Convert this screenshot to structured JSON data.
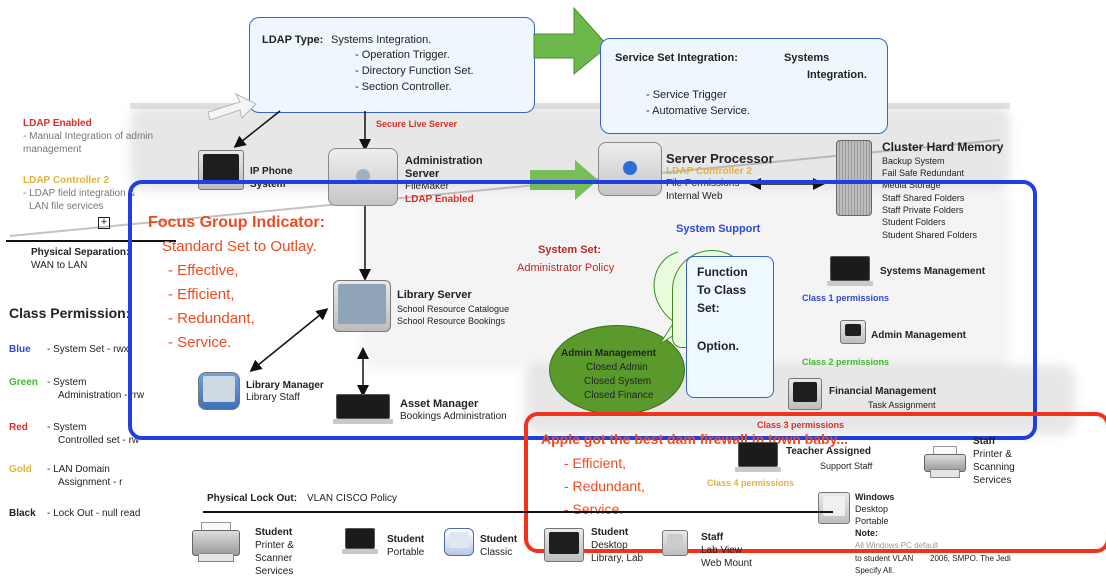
{
  "callouts": {
    "ldap_type": {
      "label": "LDAP Type:",
      "l1": "Systems Integration.",
      "l2": "- Operation Trigger.",
      "l3": "- Directory Function Set.",
      "l4": "- Section Controller."
    },
    "service_set": {
      "label": "Service Set Integration:",
      "l1": "Systems",
      "l2": "Integration.",
      "l3": "- Service Trigger",
      "l4": "- Automative Service."
    }
  },
  "left_legend": {
    "ldap_enabled": "LDAP Enabled",
    "ldap_enabled_d1": "- Manual Integration of admin",
    "ldap_enabled_d2": "management",
    "ldap_controller": "LDAP Controller 2",
    "ldap_controller_d1": "- LDAP field integration &",
    "ldap_controller_d2": "LAN file services",
    "physical_separation": "Physical Separation:",
    "wan_to_lan": "WAN to LAN",
    "class_permission": "Class Permission:",
    "classes": [
      {
        "name": "Blue",
        "d1": "- System Set - rwx",
        "d2": ""
      },
      {
        "name": "Green",
        "d1": "- System",
        "d2": "Administration - rrw"
      },
      {
        "name": "Red",
        "d1": "- System",
        "d2": "Controlled set - rw"
      },
      {
        "name": "Gold",
        "d1": "- LAN Domain",
        "d2": "Assignment    - r"
      },
      {
        "name": "Black",
        "d1": "- Lock Out - null read",
        "d2": ""
      }
    ]
  },
  "nodes": {
    "secure_live_server": "Secure Live Server",
    "ip_phone": {
      "l1": "IP Phone",
      "l2": "System"
    },
    "admin_server": {
      "l1": "Administration",
      "l2": "Server",
      "l3": "FileMaker",
      "l4": "LDAP Enabled"
    },
    "server_processor": {
      "l1": "Server Processor",
      "l2": "LDAP Controller 2",
      "l3": "File Permissions",
      "l4": "Internal Web"
    },
    "cluster": {
      "title": "Cluster Hard Memory",
      "items": [
        "Backup System",
        "Fail Safe Redundant",
        "Media Storage",
        "Staff Shared Folders",
        "Staff Private Folders",
        "Student Folders",
        "Student Shared Folders"
      ]
    },
    "library_server": {
      "l1": "Library Server",
      "l2": "School Resource Catalogue",
      "l3": "School Resource Bookings"
    },
    "library_manager": {
      "l1": "Library Manager",
      "l2": "Library Staff"
    },
    "asset_manager": {
      "l1": "Asset Manager",
      "l2": "Bookings Administration"
    },
    "system_set": {
      "l1": "System Set:",
      "l2": "Administrator Policy"
    },
    "system_support": "System Support",
    "function_class": {
      "l1": "Function",
      "l2": "To Class",
      "l3": "Set:",
      "l4": "Option."
    },
    "admin_management_bubble": {
      "l1": "Admin Management",
      "l2": "Closed Admin",
      "l3": "Closed System",
      "l4": "Closed Finance"
    },
    "systems_management": "Systems Management",
    "class1": "Class 1 permissions",
    "admin_management": "Admin Management",
    "class2": "Class 2 permissions",
    "financial_management": {
      "l1": "Financial Management",
      "l2": "Task Assignment"
    },
    "class3": "Class 3 permissions",
    "teacher_assigned": {
      "l1": "Teacher Assigned",
      "l2": "Support Staff"
    },
    "class4": "Class 4 permissions",
    "staff_printer": {
      "l1": "Staff",
      "l2": "Printer &",
      "l3": "Scanning",
      "l4": "Services"
    },
    "windows": {
      "l1": "Windows",
      "l2": "Desktop",
      "l3": "Portable",
      "l4": "Note:",
      "l5": "All Windows PC default",
      "l6": "to student VLAN",
      "l7": "Specify All."
    },
    "copyright": "2006, SMPO. The Jedi"
  },
  "focus_group": {
    "title": "Focus Group Indicator:",
    "l1": "Standard Set to Outlay.",
    "l2": "- Effective,",
    "l3": "- Efficient,",
    "l4": "- Redundant,",
    "l5": "- Service."
  },
  "apple": {
    "title": "Apple got the best dam firewall in town baby...",
    "l1": "- Efficient,",
    "l2": "- Redundant,",
    "l3": "- Service."
  },
  "lockout": {
    "label": "Physical Lock Out:",
    "value": "VLAN CISCO Policy",
    "student_printer": {
      "l1": "Student",
      "l2": "Printer &",
      "l3": "Scanner",
      "l4": "Services"
    },
    "student_portable": {
      "l1": "Student",
      "l2": "Portable"
    },
    "student_classic": {
      "l1": "Student",
      "l2": "Classic"
    },
    "student_desktop": {
      "l1": "Student",
      "l2": "Desktop",
      "l3": "Library, Lab"
    },
    "staff_lab": {
      "l1": "Staff",
      "l2": "Lab View",
      "l3": "Web Mount"
    }
  },
  "colors": {
    "blue_frame": "#1f3fe0",
    "red_frame": "#f2321d",
    "callout_border": "#3a63c8",
    "arrow_green": "#6db84a",
    "bubble_green": "#5a9a2c",
    "orange_text": "#f24a1f"
  }
}
